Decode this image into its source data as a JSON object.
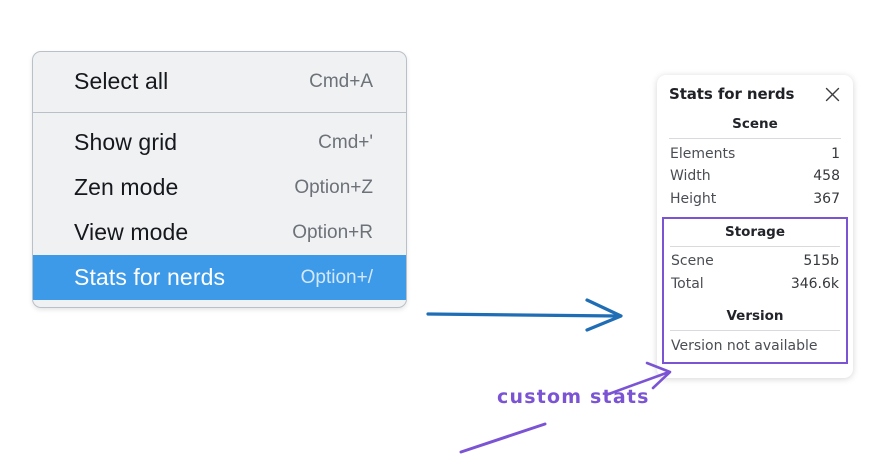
{
  "context_menu": {
    "groups": [
      {
        "items": [
          {
            "label": "Select all",
            "shortcut": "Cmd+A",
            "selected": false
          }
        ]
      },
      {
        "items": [
          {
            "label": "Show grid",
            "shortcut": "Cmd+'",
            "selected": false
          },
          {
            "label": "Zen mode",
            "shortcut": "Option+Z",
            "selected": false
          },
          {
            "label": "View mode",
            "shortcut": "Option+R",
            "selected": false
          },
          {
            "label": "Stats for nerds",
            "shortcut": "Option+/",
            "selected": true
          }
        ]
      }
    ],
    "items": [
      {
        "label": "Select all",
        "shortcut": "Cmd+A"
      },
      {
        "label": "Show grid",
        "shortcut": "Cmd+'"
      },
      {
        "label": "Zen mode",
        "shortcut": "Option+Z"
      },
      {
        "label": "View mode",
        "shortcut": "Option+R"
      },
      {
        "label": "Stats for nerds",
        "shortcut": "Option+/"
      }
    ],
    "highlight_color": "#3d9ae8"
  },
  "stats_panel": {
    "title": "Stats for nerds",
    "close_icon": "close-icon",
    "sections": [
      {
        "heading": "Scene",
        "rows": [
          {
            "label": "Elements",
            "value": "1"
          },
          {
            "label": "Width",
            "value": "458"
          },
          {
            "label": "Height",
            "value": "367"
          }
        ]
      },
      {
        "heading": "Storage",
        "rows": [
          {
            "label": "Scene",
            "value": "515b"
          },
          {
            "label": "Total",
            "value": "346.6k"
          }
        ]
      },
      {
        "heading": "Version",
        "note": "Version not available"
      }
    ],
    "highlight_color": "#7b54d4"
  },
  "annotations": {
    "callout_text": "custom stats",
    "callout_color": "#7b54d4",
    "flow_arrow_color": "#1f6db5"
  }
}
